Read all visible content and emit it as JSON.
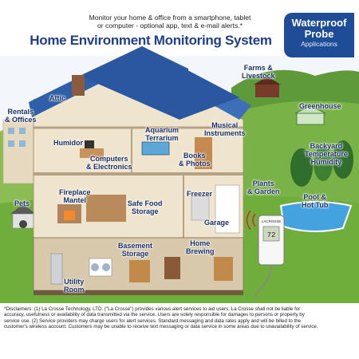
{
  "header": {
    "text_line1": "Monitor your home & office from a smartphone, tablet",
    "text_line2": "or computer - optional app, text & e-mail alerts.*",
    "title": "Home Environment Monitoring System"
  },
  "badge": {
    "line1": "Waterproof",
    "line2": "Probe",
    "line3": "Applications"
  },
  "labels": {
    "attic": "Attic",
    "rentals": [
      "Rentals",
      "& Offices"
    ],
    "humidor": "Humidor",
    "computers": [
      "Computers",
      "& Electronics"
    ],
    "aquarium": [
      "Aquarium",
      "Terrarium"
    ],
    "musical": [
      "Musical",
      "Instruments"
    ],
    "books": [
      "Books",
      "& Photos"
    ],
    "farms": [
      "Farms &",
      "Livestock"
    ],
    "greenhouse": "Greenhouse",
    "backyard": [
      "Backyard",
      "Temperature",
      "Humidity"
    ],
    "fireplace": [
      "Fireplace",
      "Mantel"
    ],
    "safe_food": [
      "Safe Food",
      "Storage"
    ],
    "freezer": "Freezer",
    "plants": [
      "Plants",
      "& Garden"
    ],
    "pets": "Pets",
    "garage": "Garage",
    "pool": [
      "Pool &",
      "Hot Tub"
    ],
    "basement": [
      "Basement",
      "Storage"
    ],
    "home_brewing": [
      "Home",
      "Brewing"
    ],
    "utility": [
      "Utility",
      "Room"
    ]
  },
  "device": {
    "brand": "LACROSSE",
    "reading": "72"
  },
  "disclaimer": [
    "*Disclaimers: (1) La Crosse Technology, LTD. (\"La Crosse\") provides various alert services to aid users.  La Crosse shall not be liable for",
    "accuracy, usefulness or availability of data transmitted via the service. Users are solely responsible for damages to persons or property by",
    "service use. (2) Service providers may charge users for alert services. Standard messaging and data rates apply and will be billed to the",
    "customer's wireless account. Customers may be unable to receive text messaging or data service in some areas due to unavailability of service."
  ],
  "colors": {
    "title_blue": "#1f3f8a",
    "badge_blue": "#1e4c96",
    "roof_blue": "#2f5fa8",
    "label_navy": "#1b2f66",
    "grass_green": "#6fae3a"
  }
}
